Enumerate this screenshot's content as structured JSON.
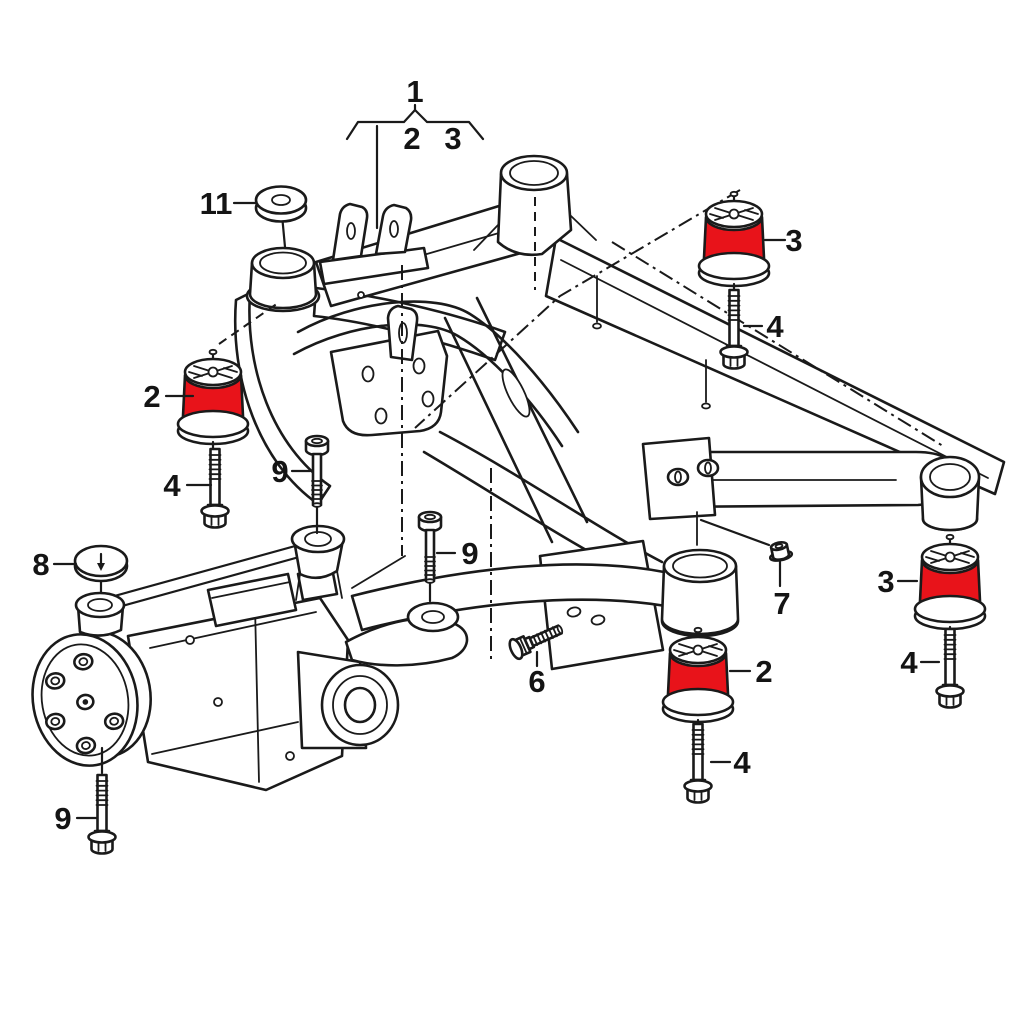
{
  "colors": {
    "highlight": "#e8131a",
    "line": "#1a1a1a",
    "background": "#ffffff"
  },
  "callouts": {
    "assembly": "1",
    "bushing_front": "2",
    "bushing_rear": "3",
    "bolt_bushing": "4",
    "bolt_small": "6",
    "nut": "7",
    "cap": "8",
    "bolt_mount": "9",
    "grommet": "11"
  }
}
